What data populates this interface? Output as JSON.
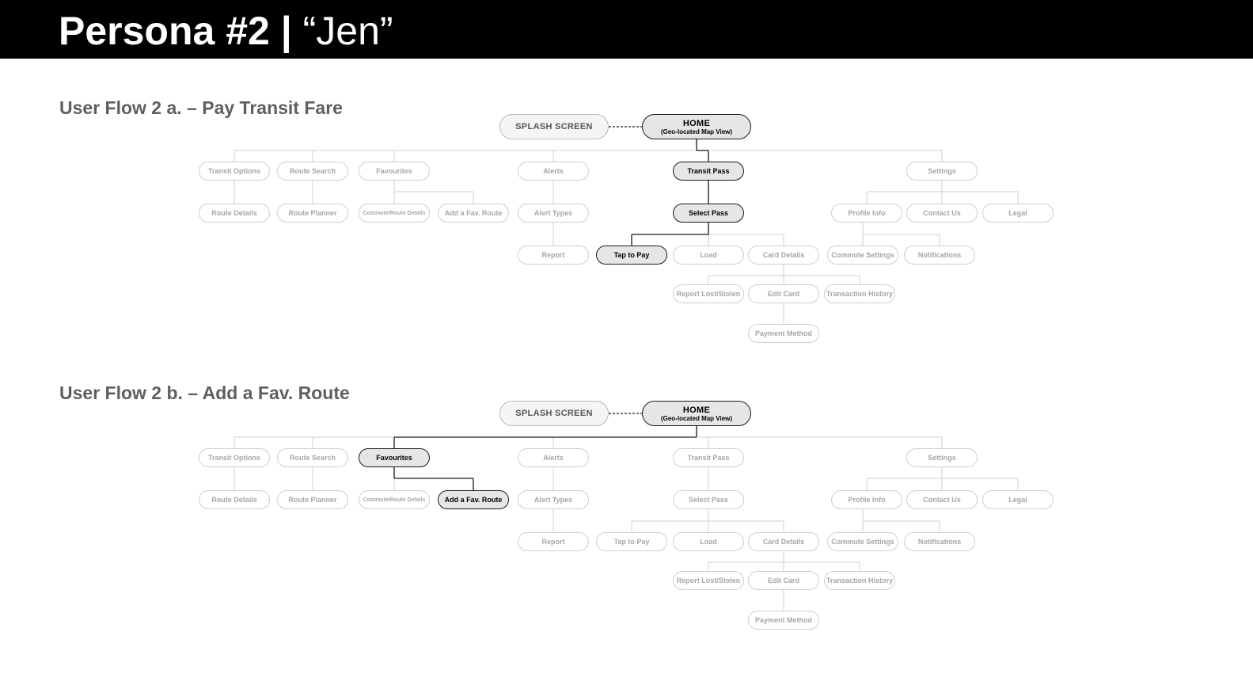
{
  "header": {
    "title_main": "Persona #2 |",
    "title_name": "“Jen”"
  },
  "colors": {
    "header_bg": "#000000",
    "active_stroke": "#1a1a1a",
    "active_fill": "#e6e6e6",
    "faded_text": "#a6a6a6",
    "faded_stroke": "#cfcfcf"
  },
  "nodes": {
    "splash": "SPLASH SCREEN",
    "home_main": "HOME",
    "home_sub": "(Geo-located Map View)",
    "transit_options": "Transit Options",
    "route_search": "Route Search",
    "favourites": "Favourites",
    "alerts": "Alerts",
    "transit_pass": "Transit Pass",
    "settings": "Settings",
    "route_details": "Route Details",
    "route_planner": "Route Planner",
    "commute_route_details": "Commute/Route Details",
    "add_fav_route": "Add a Fav. Route",
    "alert_types": "Alert Types",
    "select_pass": "Select Pass",
    "profile_info": "Profile Info",
    "contact_us": "Contact Us",
    "legal": "Legal",
    "report": "Report",
    "tap_to_pay": "Tap to Pay",
    "load": "Load",
    "card_details": "Card Details",
    "commute_settings": "Commute Settings",
    "notifications": "Notifications",
    "report_lost_stolen": "Report Lost/Stolen",
    "edit_card": "Edit Card",
    "transaction_history": "Transaction History",
    "payment_method": "Payment Method"
  },
  "flows": [
    {
      "title": "User Flow 2 a. – Pay Transit Fare",
      "highlighted": [
        "home",
        "transit_pass",
        "select_pass",
        "tap_to_pay"
      ]
    },
    {
      "title": "User Flow 2 b. – Add a Fav. Route",
      "highlighted": [
        "home",
        "favourites",
        "add_fav_route"
      ]
    }
  ]
}
